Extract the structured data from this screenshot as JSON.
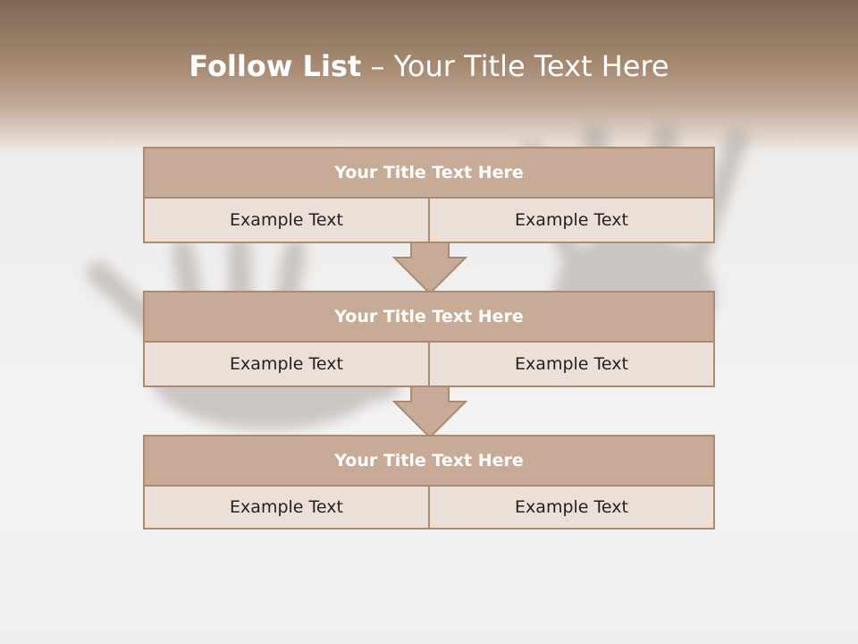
{
  "slide": {
    "title_bold": "Follow List",
    "title_rest": " – Your Title Text Here"
  },
  "steps": [
    {
      "title": "Your Title Text Here",
      "left": "Example Text",
      "right": "Example Text"
    },
    {
      "title": "Your Title Text Here",
      "left": "Example Text",
      "right": "Example Text"
    },
    {
      "title": "Your Title Text Here",
      "left": "Example Text",
      "right": "Example Text"
    }
  ],
  "colors": {
    "header_band": "#a88b73",
    "box_title_fill": "#c7ab97",
    "box_cell_fill": "#ecdfd8",
    "border": "#a98a73"
  }
}
